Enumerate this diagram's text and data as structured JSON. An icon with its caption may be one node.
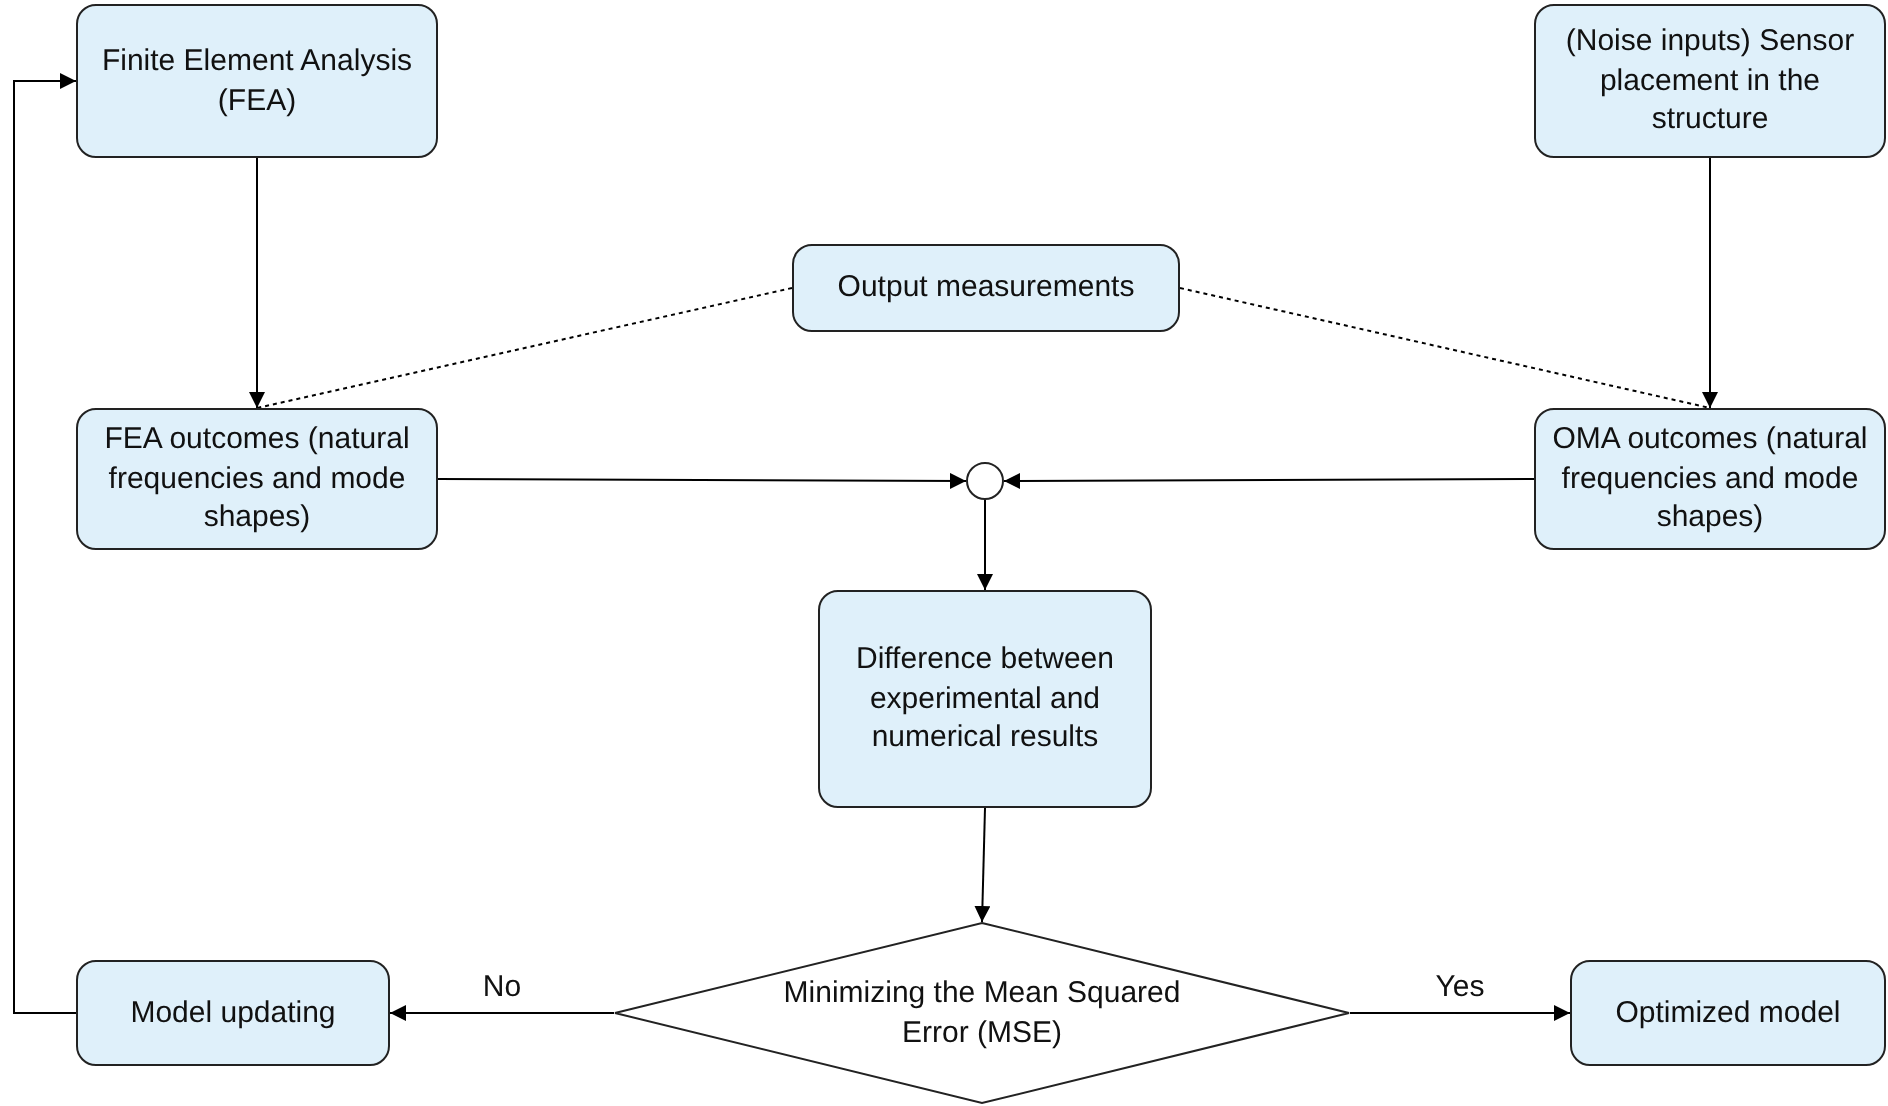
{
  "diagram": {
    "nodes": [
      {
        "text": [
          "Finite Element Analysis (FEA)"
        ]
      },
      {
        "text": [
          "(Noise inputs) Sensor placement in the structure"
        ]
      },
      {
        "text": [
          "Output measurements"
        ]
      },
      {
        "text": [
          "FEA outcomes (natural frequencies and mode shapes)"
        ]
      },
      {
        "text": [],
        "shape": "circle"
      },
      {
        "text": [
          "OMA outcomes (natural frequencies and mode shapes)"
        ]
      },
      {
        "text": [
          "Difference between experimental and numerical results"
        ]
      },
      {
        "text": [
          "Minimizing the Mean Squared Error (MSE)"
        ]
      },
      {
        "text": [
          "Model updating"
        ]
      },
      {
        "text": [
          "Optimized model"
        ]
      }
    ],
    "edges": [
      {
        "from": 0,
        "to": 3,
        "arrow": "to"
      },
      {
        "from": 1,
        "to": 5,
        "arrow": "to"
      },
      {
        "from": 2,
        "to": 3,
        "arrow": "none",
        "style": "dashed"
      },
      {
        "from": 2,
        "to": 5,
        "arrow": "none",
        "style": "dashed"
      },
      {
        "from": 3,
        "to": 4,
        "arrow": "to"
      },
      {
        "from": 5,
        "to": 4,
        "arrow": "to"
      },
      {
        "from": 4,
        "to": 6,
        "arrow": "to"
      },
      {
        "from": 6,
        "to": 7,
        "arrow": "to"
      },
      {
        "from": 7,
        "to": 8,
        "arrow": "to",
        "label": "No"
      },
      {
        "from": 7,
        "to": 9,
        "arrow": "to",
        "label": "Yes"
      },
      {
        "from": 8,
        "to": 0,
        "arrow": "to"
      }
    ]
  }
}
